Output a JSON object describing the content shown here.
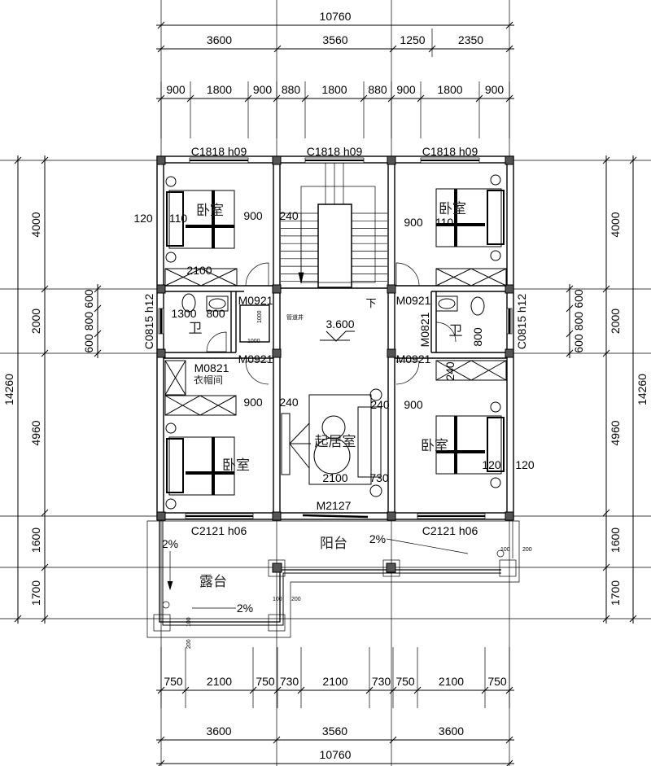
{
  "dimensions": {
    "top_total": [
      "10760"
    ],
    "top_mid": [
      "3600",
      "3560",
      "1250",
      "2350"
    ],
    "top_detail": [
      "900",
      "1800",
      "900",
      "880",
      "1800",
      "880",
      "900",
      "1800",
      "900"
    ],
    "bottom_detail": [
      "750",
      "2100",
      "750",
      "730",
      "2100",
      "730",
      "750",
      "2100",
      "750"
    ],
    "bottom_mid": [
      "3600",
      "3560",
      "3600"
    ],
    "bottom_total": [
      "10760"
    ],
    "left_total": [
      "14260"
    ],
    "left_mid": [
      "4000",
      "2000",
      "4960",
      "1600",
      "1700"
    ],
    "left_detail": [
      "600",
      "800",
      "600"
    ],
    "right_total": [
      "14260"
    ],
    "right_mid": [
      "4000",
      "2000",
      "4960",
      "1600",
      "1700"
    ],
    "right_detail": [
      "600",
      "800",
      "600"
    ]
  },
  "interior_dims": {
    "tl_120": "120",
    "tl_110": "110",
    "tl_900": "900",
    "stair_240": "240",
    "tr_900": "900",
    "tr_110": "110",
    "tl_2100": "2100",
    "bath_1300": "1300",
    "bath_800": "800",
    "rbath_800": "800",
    "bl_900": "900",
    "bl_240": "240",
    "lr_240": "240",
    "br_900": "900",
    "br_240": "240",
    "br_120a": "120",
    "br_120b": "120",
    "lr_2100": "2100",
    "lr_730": "730",
    "shaft_1000a": "1000",
    "shaft_1000b": "1000",
    "bal_100a": "100",
    "bal_200a": "200",
    "bal_100b": "100",
    "bal_200b": "200",
    "bal_100c": "100",
    "bal_200c": "200"
  },
  "windows": {
    "top_left": "C1818 h09",
    "top_mid": "C1818 h09",
    "top_right": "C1818 h09",
    "side_left": "C0815 h12",
    "side_right": "C0815 h12",
    "bottom_left": "C2121 h06",
    "bottom_right": "C2121 h06"
  },
  "doors": {
    "m0921_tl": "M0921",
    "m0921_tr": "M0921",
    "m0921_bl": "M0921",
    "m0921_br": "M0921",
    "m0821_left": "M0821",
    "m0821_right": "M0821",
    "m2127": "M2127"
  },
  "rooms": {
    "bedroom_tl": "卧室",
    "bedroom_tr": "卧室",
    "bedroom_bl": "卧室",
    "bedroom_br": "卧室",
    "bath_left": "卫",
    "bath_right": "卫",
    "closet": "衣帽间",
    "living": "起居室",
    "balcony": "阳台",
    "terrace": "露台"
  },
  "annotations": {
    "floor_level": "3.600",
    "stair_down": "下",
    "slope_terrace_v": "2%",
    "slope_terrace_h": "2%",
    "slope_balcony": "2%",
    "shaft_label": "管道井"
  }
}
